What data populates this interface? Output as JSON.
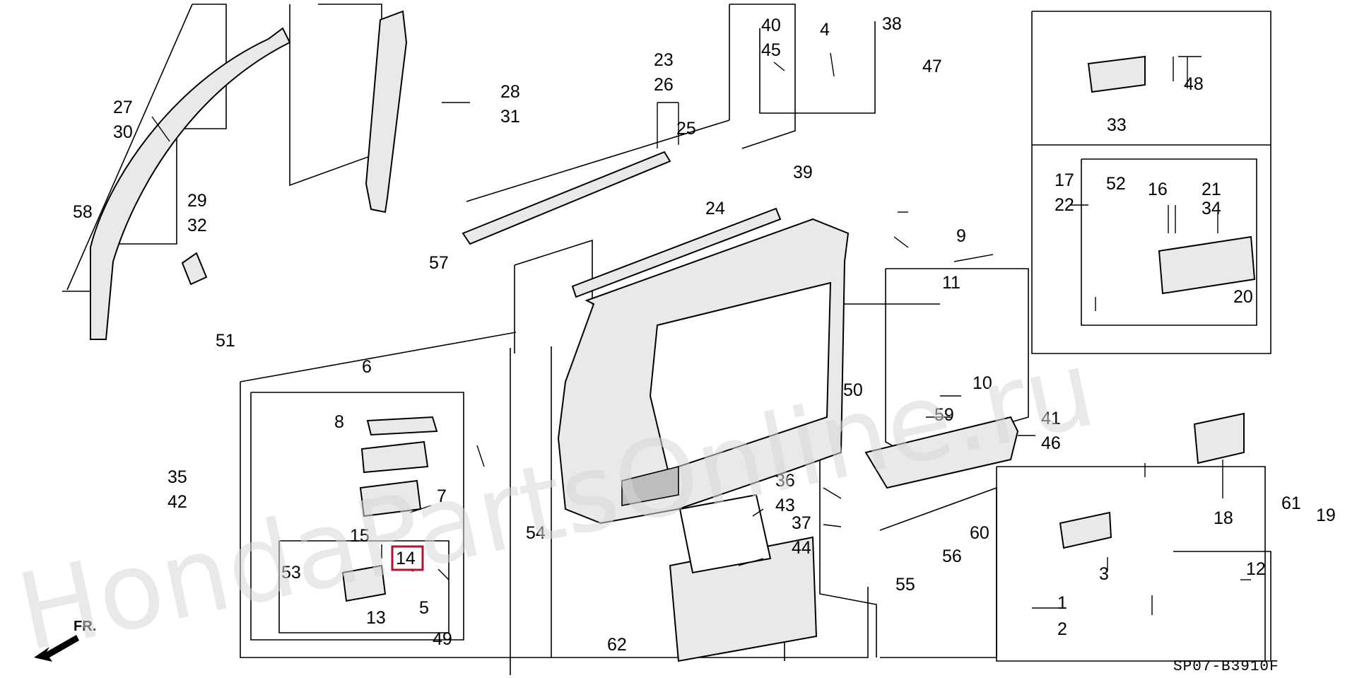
{
  "diagram": {
    "code": "SP07-B3910F",
    "direction_label": "FR.",
    "watermark": "HondaPartsOnline.ru",
    "highlighted_part": "14",
    "labels": [
      "1",
      "2",
      "3",
      "4",
      "5",
      "6",
      "7",
      "8",
      "9",
      "10",
      "11",
      "12",
      "13",
      "14",
      "15",
      "16",
      "17",
      "18",
      "19",
      "20",
      "21",
      "22",
      "23",
      "24",
      "25",
      "26",
      "27",
      "28",
      "29",
      "30",
      "31",
      "32",
      "33",
      "34",
      "35",
      "36",
      "37",
      "38",
      "39",
      "40",
      "41",
      "42",
      "43",
      "44",
      "45",
      "46",
      "47",
      "48",
      "49",
      "50",
      "51",
      "52",
      "53",
      "54",
      "55",
      "56",
      "57",
      "58",
      "59",
      "60",
      "61",
      "62"
    ]
  }
}
